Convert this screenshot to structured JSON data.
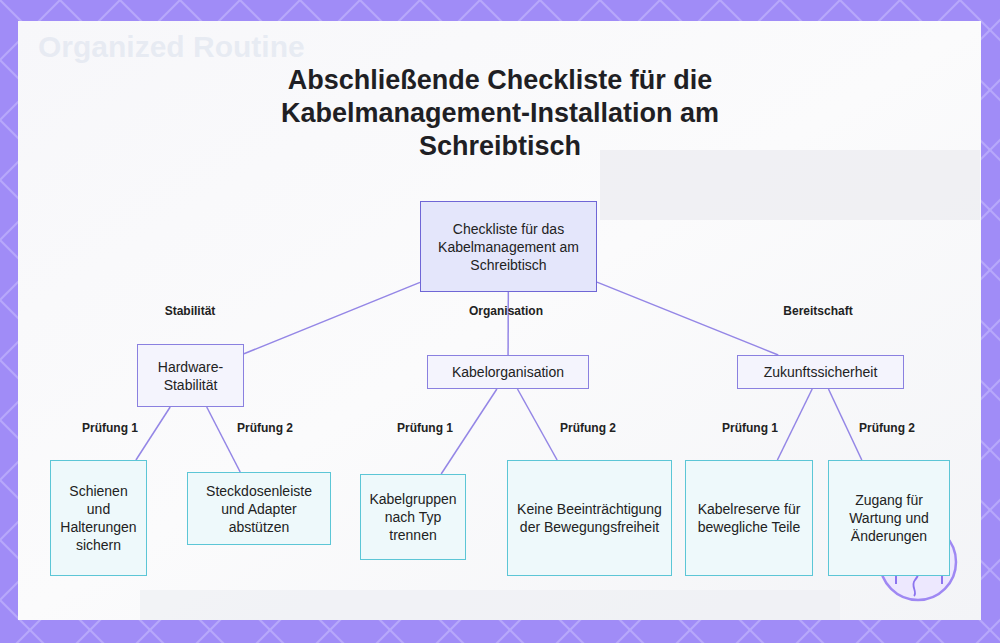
{
  "diagram": {
    "title": "Abschließende Checkliste für die Kabelmanagement-Installation am Schreibtisch",
    "nodes": [
      {
        "text": [
          "Checkliste für das Kabelmanagement am Schreibtisch"
        ]
      },
      {
        "text": [
          "Hardware-Stabilität"
        ]
      },
      {
        "text": [
          "Kabelorganisation"
        ]
      },
      {
        "text": [
          "Zukunftssicherheit"
        ]
      },
      {
        "text": [
          "Schienen und Halterungen sichern"
        ]
      },
      {
        "text": [
          "Steckdosenleiste und Adapter abstützen"
        ]
      },
      {
        "text": [
          "Kabelgruppen nach Typ trennen"
        ]
      },
      {
        "text": [
          "Keine Beeinträchtigung der Bewegungsfreiheit"
        ]
      },
      {
        "text": [
          "Kabelreserve für bewegliche Teile"
        ]
      },
      {
        "text": [
          "Zugang für Wartung und Änderungen"
        ]
      }
    ],
    "edges": [
      {
        "from": 0,
        "to": 1,
        "label": "Stabilität",
        "arrow": "none"
      },
      {
        "from": 0,
        "to": 2,
        "label": "Organisation",
        "arrow": "none"
      },
      {
        "from": 0,
        "to": 3,
        "label": "Bereitschaft",
        "arrow": "none"
      },
      {
        "from": 1,
        "to": 4,
        "label": "Prüfung 1",
        "arrow": "none"
      },
      {
        "from": 1,
        "to": 5,
        "label": "Prüfung 2",
        "arrow": "none"
      },
      {
        "from": 2,
        "to": 6,
        "label": "Prüfung 1",
        "arrow": "none"
      },
      {
        "from": 2,
        "to": 7,
        "label": "Prüfung 2",
        "arrow": "none"
      },
      {
        "from": 3,
        "to": 8,
        "label": "Prüfung 1",
        "arrow": "none"
      },
      {
        "from": 3,
        "to": 9,
        "label": "Prüfung 2",
        "arrow": "none"
      }
    ],
    "labels": [
      "Organized Routine"
    ]
  }
}
